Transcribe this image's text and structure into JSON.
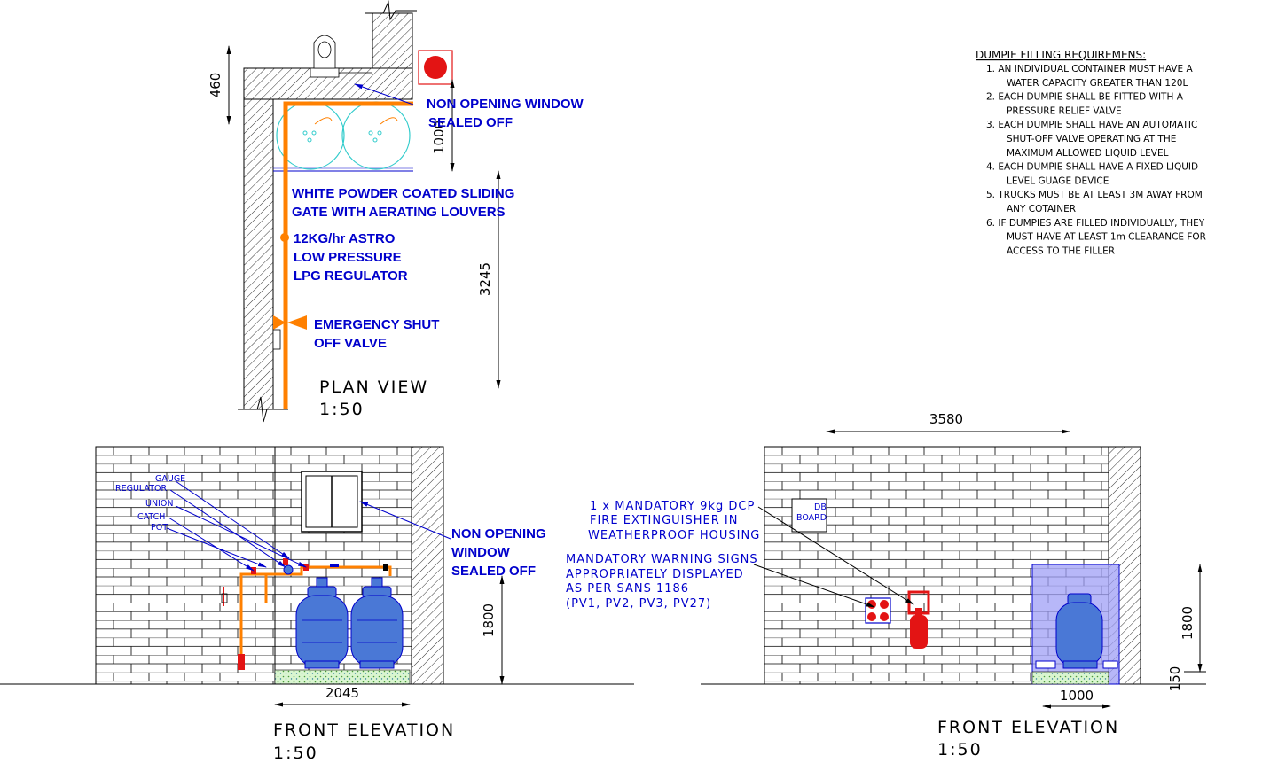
{
  "plan_view": {
    "title": "PLAN VIEW",
    "scale": "1:50",
    "dim_460": "460",
    "dim_1000": "1000",
    "dim_3245": "3245",
    "label_window_1": "NON OPENING WINDOW",
    "label_window_2": "SEALED OFF",
    "label_gate_1": "WHITE POWDER COATED SLIDING",
    "label_gate_2": "GATE WITH AERATING LOUVERS",
    "label_regulator_1": "12KG/hr ASTRO",
    "label_regulator_2": "LOW PRESSURE",
    "label_regulator_3": "LPG REGULATOR",
    "label_valve_1": "EMERGENCY SHUT",
    "label_valve_2": "OFF VALVE"
  },
  "front_left": {
    "title": "FRONT ELEVATION",
    "scale": "1:50",
    "dim_width": "2045",
    "dim_height": "1800",
    "label_gauge": "GAUGE",
    "label_regulator": "REGULATOR",
    "label_union": "UNION",
    "label_catch": "CATCH",
    "label_pot": "POT",
    "label_window_1": "NON OPENING",
    "label_window_2": "WINDOW",
    "label_window_3": "SEALED OFF"
  },
  "front_right": {
    "title": "FRONT ELEVATION",
    "scale": "1:50",
    "dim_width": "3580",
    "dim_cage": "1000",
    "dim_height": "1800",
    "dim_plinth": "150",
    "db_1": "DB",
    "db_2": "BOARD",
    "ext_1": "1 x MANDATORY 9kg DCP",
    "ext_2": "FIRE EXTINGUISHER IN",
    "ext_3": "WEATHERPROOF HOUSING",
    "sign_1": "MANDATORY WARNING SIGNS",
    "sign_2": "APPROPRIATELY DISPLAYED",
    "sign_3": "AS PER SANS 1186",
    "sign_4": "(PV1, PV2, PV3, PV27)"
  },
  "notes": {
    "title": "DUMPIE FILLING REQUIREMENS:",
    "lines": [
      "1.  AN INDIVIDUAL CONTAINER MUST HAVE A",
      "WATER CAPACITY GREATER THAN 120L",
      "2.  EACH DUMPIE SHALL BE FITTED WITH A",
      "PRESSURE RELIEF VALVE",
      "3.  EACH DUMPIE SHALL HAVE AN AUTOMATIC",
      "SHUT-OFF VALVE OPERATING AT THE",
      "MAXIMUM ALLOWED LIQUID LEVEL",
      "4.  EACH DUMPIE SHALL HAVE A FIXED LIQUID",
      "LEVEL GUAGE DEVICE",
      "5.  TRUCKS MUST BE AT LEAST 3M AWAY FROM",
      "ANY COTAINER",
      "6.  IF DUMPIES ARE FILLED INDIVIDUALLY, THEY",
      "MUST HAVE AT LEAST 1m CLEARANCE FOR",
      "ACCESS TO THE FILLER"
    ]
  },
  "colors": {
    "pipe": "#ff8000",
    "annotation": "#0000cc",
    "cylinder": "#4a78d6",
    "cage": "#9f9ff5",
    "extinguisher": "#e31414",
    "circle": "#33cccc"
  }
}
